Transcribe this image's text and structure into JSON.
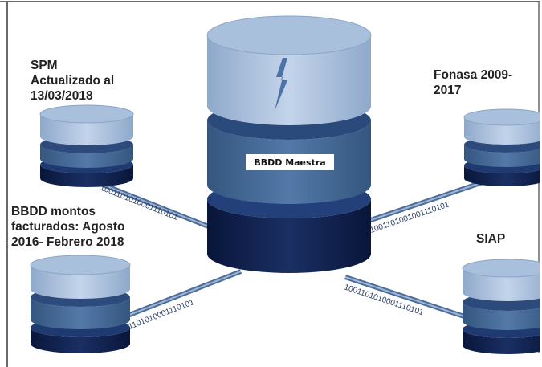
{
  "labels": {
    "spm": [
      "SPM",
      "Actualizado al",
      "13/03/2018"
    ],
    "montos": [
      "BBDD montos",
      "facturados: Agosto",
      "2016- Febrero 2018"
    ],
    "fonasa": [
      "Fonasa 2009-",
      "2017"
    ],
    "siap": [
      "SIAP"
    ],
    "master": "BBDD Maestra"
  },
  "binary_streams": {
    "spm": "1001101010001110101",
    "montos": "1001101010001110101",
    "fonasa": "1001101001001110101",
    "siap": "1001101010001110101"
  },
  "colors": {
    "top_light": "#a9c0dc",
    "mid": "#3f6391",
    "dark": "#1f3a66",
    "darkest": "#0e1d44",
    "frame": "#555555"
  }
}
